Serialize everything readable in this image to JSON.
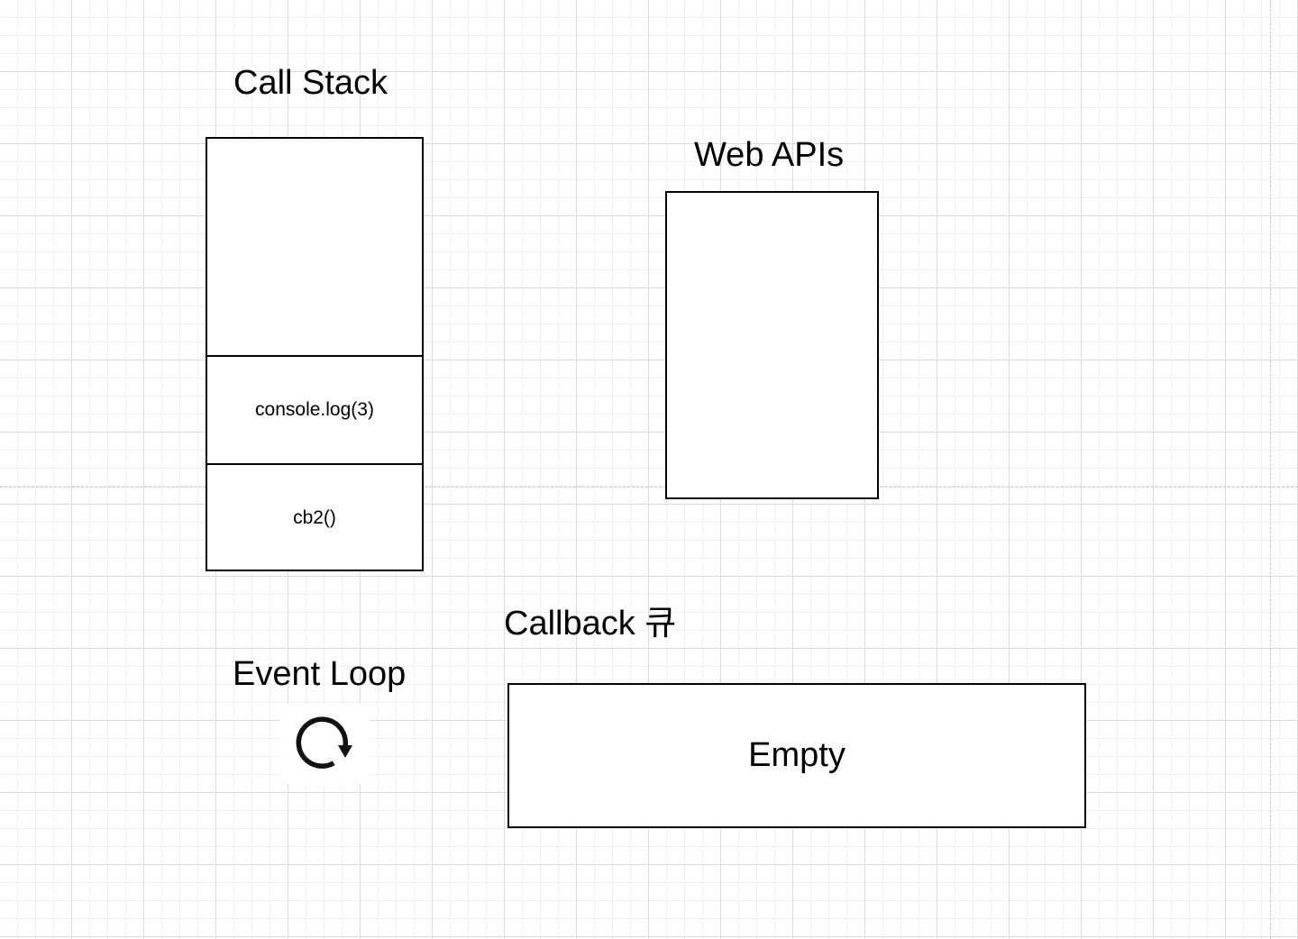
{
  "call_stack": {
    "title": "Call Stack",
    "frames": [
      "",
      "console.log(3)",
      "cb2()"
    ]
  },
  "web_apis": {
    "title": "Web APIs",
    "items": []
  },
  "callback_queue": {
    "title": "Callback 큐",
    "content": "Empty"
  },
  "event_loop": {
    "title": "Event Loop",
    "icon": "refresh-icon"
  },
  "colors": {
    "stroke": "#000000",
    "background": "#ffffff",
    "grid": "#dadada"
  }
}
